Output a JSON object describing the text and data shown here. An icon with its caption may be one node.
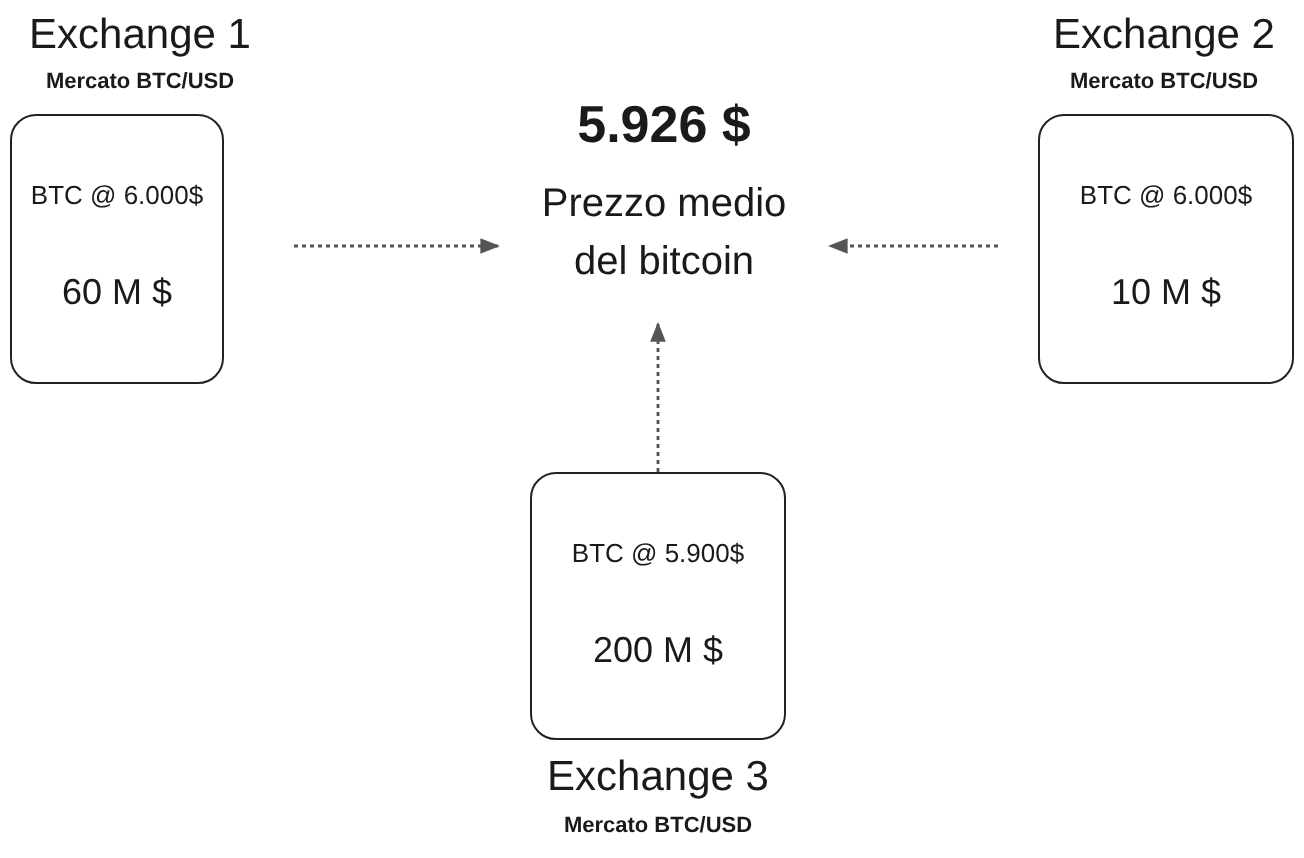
{
  "diagram": {
    "nodes": [
      {
        "text": [
          "Exchange 1",
          "Mercato BTC/USD",
          "BTC @ 6.000$",
          "60 M $"
        ]
      },
      {
        "text": [
          "Exchange 2",
          "Mercato BTC/USD",
          "BTC @ 6.000$",
          "10 M $"
        ]
      },
      {
        "text": [
          "5.926 $",
          "Prezzo medio del bitcoin"
        ]
      },
      {
        "text": [
          "BTC @ 5.900$",
          "200 M $",
          "Exchange 3",
          "Mercato BTC/USD"
        ]
      }
    ],
    "edges": [
      {
        "from": 0,
        "to": 2,
        "arrow": "to",
        "style": "dashed"
      },
      {
        "from": 1,
        "to": 2,
        "arrow": "to",
        "style": "dashed"
      },
      {
        "from": 3,
        "to": 2,
        "arrow": "to",
        "style": "dashed"
      }
    ]
  }
}
